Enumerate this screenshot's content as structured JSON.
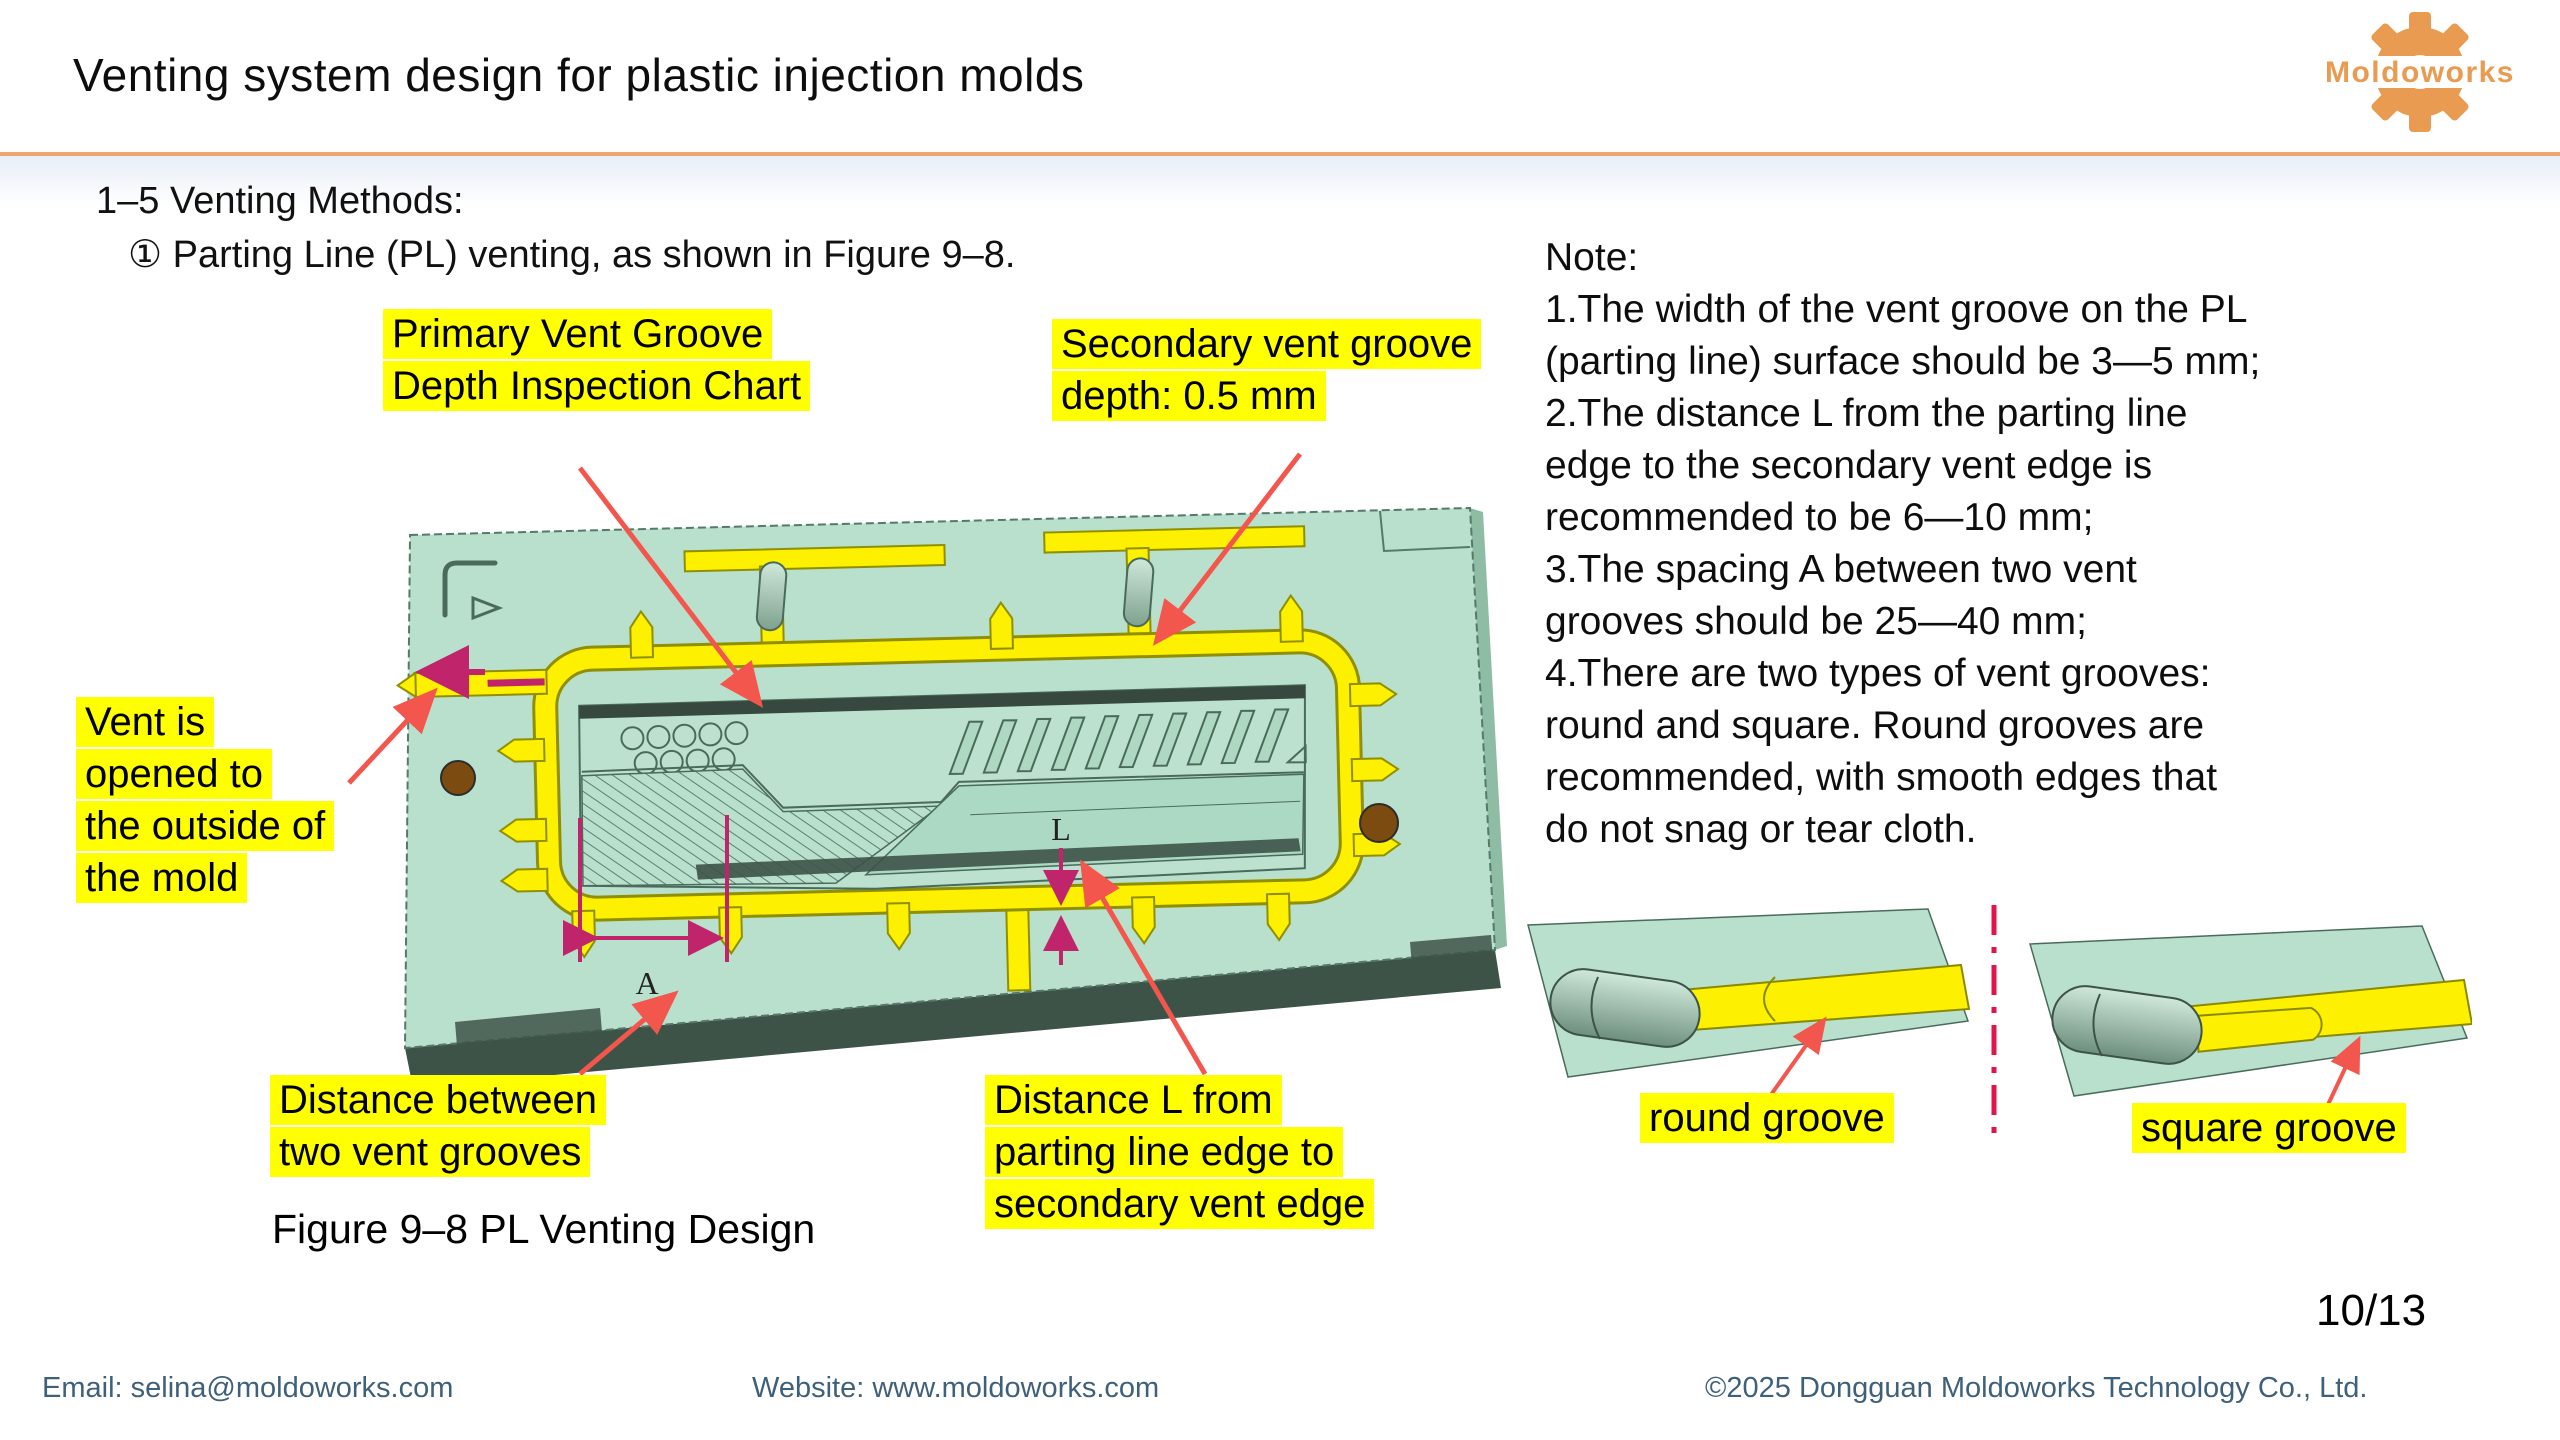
{
  "header": {
    "title": "Venting system design for plastic injection molds",
    "logo_text": "Moldoworks"
  },
  "intro": {
    "line1": "1–5 Venting Methods:",
    "line2": "① Parting Line (PL) venting, as shown in Figure 9–8."
  },
  "figure": {
    "caption": "Figure 9–8 PL Venting Design",
    "labels": {
      "primary": "Primary Vent Groove\nDepth Inspection Chart",
      "secondary": "Secondary vent groove\ndepth: 0.5 mm",
      "vent_outside": "Vent is\nopened to\nthe outside of\nthe mold",
      "distance_a": "Distance between\ntwo vent grooves",
      "distance_l": "Distance L from\nparting line edge to\nsecondary vent edge"
    },
    "dims": {
      "a": "A",
      "l": "L"
    }
  },
  "note": {
    "text": "Note:\n1.The width of the vent groove on the PL\n(parting line) surface should be 3—5 mm;\n2.The distance L from the parting line\nedge to the secondary vent edge is\nrecommended to be 6—10 mm;\n3.The spacing A between two vent\ngrooves should be 25—40 mm;\n4.There are two types of vent grooves:\nround and square. Round grooves are\nrecommended, with smooth edges that\ndo not snag or tear cloth."
  },
  "grooves": {
    "round_label": "round groove",
    "square_label": "square groove"
  },
  "page_number": "10/13",
  "footer": {
    "email": "Email: selina@moldoworks.com",
    "website": "Website: www.moldoworks.com",
    "copyright": "©2025 Dongguan Moldoworks Technology Co., Ltd."
  },
  "colors": {
    "accent_orange": "#eca76f",
    "logo_orange": "#e89b51",
    "highlight_yellow": "#ffff00",
    "mold_green": "#b9e0cc",
    "mold_dark_face": "#3d5348",
    "vent_yellow": "#fdf000",
    "dimension_crimson": "#c0246b",
    "arrow_red": "#f2564d",
    "footer_slate": "#3e607b"
  }
}
